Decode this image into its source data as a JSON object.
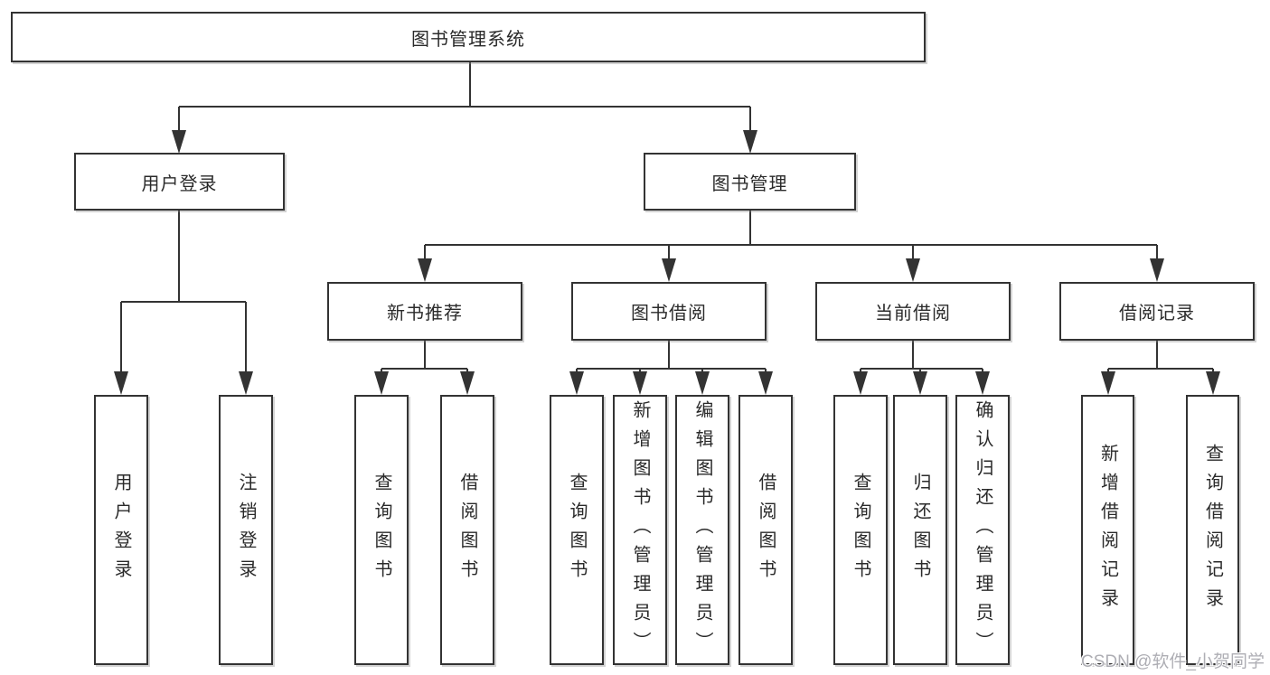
{
  "nodes": {
    "root": {
      "label": "图书管理系统"
    },
    "login": {
      "label": "用户登录"
    },
    "manage": {
      "label": "图书管理"
    },
    "recommend": {
      "label": "新书推荐"
    },
    "borrow": {
      "label": "图书借阅"
    },
    "current": {
      "label": "当前借阅"
    },
    "records": {
      "label": "借阅记录"
    },
    "leaves": {
      "login_user": "用户登录",
      "logout": "注销登录",
      "rec_query": "查询图书",
      "rec_borrow": "借阅图书",
      "bor_query": "查询图书",
      "bor_add": "新增图书（管理员）",
      "bor_edit": "编辑图书（管理员）",
      "bor_borrow": "借阅图书",
      "cur_query": "查询图书",
      "cur_return": "归还图书",
      "cur_confirm": "确认归还（管理员）",
      "rec_add_record": "新增借阅记录",
      "rec_query_record": "查询借阅记录"
    }
  },
  "watermark": {
    "text": "CSDN @软件_小贺同学"
  },
  "colors": {
    "line": "#333333",
    "text": "#2a2a2a",
    "background": "#ffffff",
    "watermark_text": "#aeaeb4"
  }
}
